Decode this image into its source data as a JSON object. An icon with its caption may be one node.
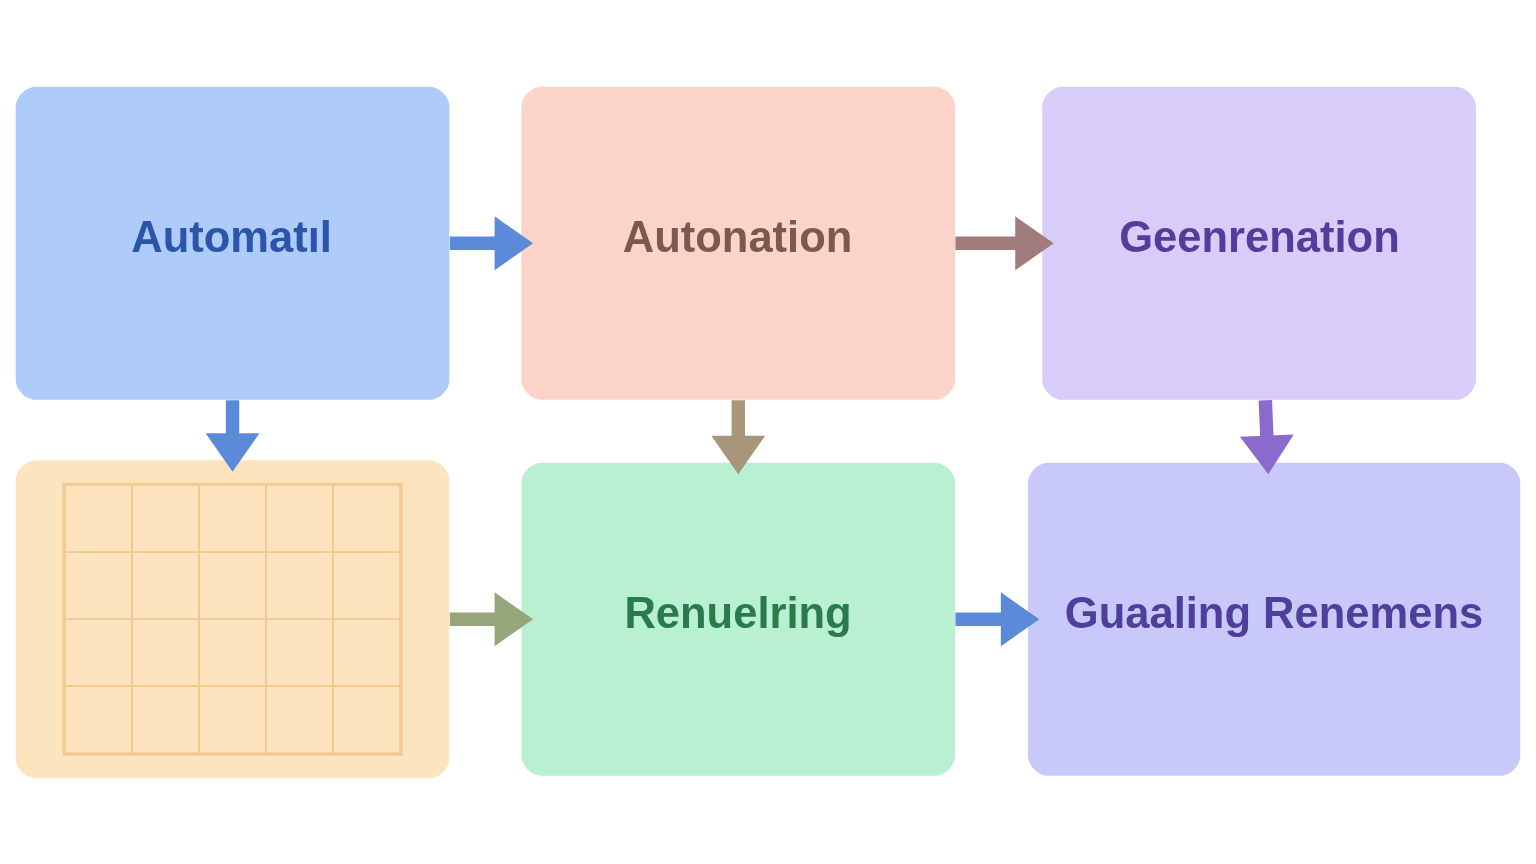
{
  "diagram": {
    "nodes": [
      {
        "text": [
          "Automatıl"
        ]
      },
      {
        "text": [
          "Autonation"
        ]
      },
      {
        "text": [
          "Geenrenation"
        ]
      },
      {
        "text": [],
        "shape": "box"
      },
      {
        "text": [
          "Renuelring"
        ]
      },
      {
        "text": [
          "Guaaling Renemens"
        ]
      }
    ],
    "edges": [
      {
        "from": 0,
        "to": 1,
        "arrow": "to"
      },
      {
        "from": 1,
        "to": 2,
        "arrow": "to",
        "color": "#a07c7c"
      },
      {
        "from": 0,
        "to": 3,
        "arrow": "to"
      },
      {
        "from": 1,
        "to": 4,
        "arrow": "to",
        "color": "#a8967a"
      },
      {
        "from": 2,
        "to": 5,
        "arrow": "to",
        "color": "#8a6acc"
      },
      {
        "from": 3,
        "to": 4,
        "arrow": "to",
        "color": "#94a67a"
      },
      {
        "from": 4,
        "to": 5,
        "arrow": "to"
      }
    ]
  }
}
